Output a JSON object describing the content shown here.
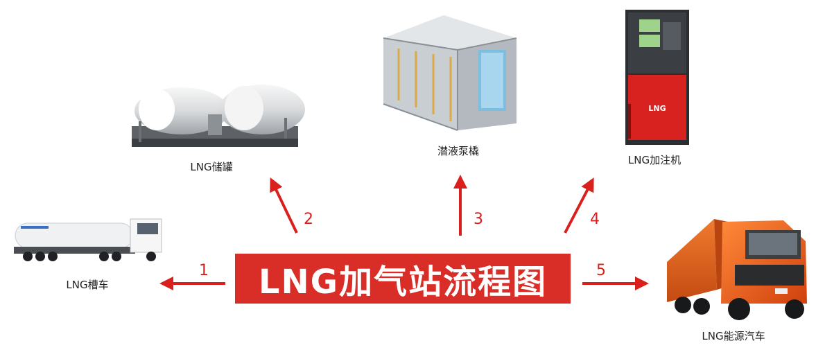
{
  "title": "LNG加气站流程图",
  "nodes": {
    "tanker_truck": {
      "label": "LNG槽车",
      "icon": "tanker-truck-icon"
    },
    "storage_tank": {
      "label": "LNG储罐",
      "icon": "storage-tanks-icon"
    },
    "pump_skid": {
      "label": "潜液泵橇",
      "icon": "pump-skid-icon"
    },
    "dispenser": {
      "label": "LNG加注机",
      "icon": "dispenser-icon"
    },
    "vehicle": {
      "label": "LNG能源汽车",
      "icon": "truck-icon"
    },
    "dispenser_panel": {
      "text": "LNG"
    }
  },
  "steps": [
    {
      "number": "1",
      "to": "LNG槽车"
    },
    {
      "number": "2",
      "to": "LNG储罐"
    },
    {
      "number": "3",
      "to": "潜液泵橇"
    },
    {
      "number": "4",
      "to": "LNG加注机"
    },
    {
      "number": "5",
      "to": "LNG能源汽车"
    }
  ],
  "colors": {
    "accent": "#d92d27",
    "arrow": "#d9201d",
    "label": "#222222"
  }
}
